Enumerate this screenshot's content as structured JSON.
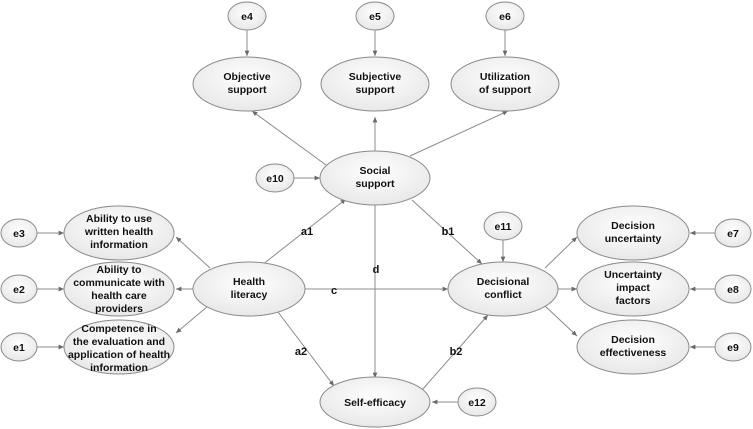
{
  "nodes": {
    "objective_support": [
      "Objective",
      "support"
    ],
    "subjective_support": [
      "Subjective",
      "support"
    ],
    "utilization_of_support": [
      "Utilization",
      "of support"
    ],
    "social_support": [
      "Social",
      "support"
    ],
    "ability_written": [
      "Ability to use",
      "written health",
      "information"
    ],
    "ability_communicate": [
      "Ability to",
      "communicate with",
      "health care",
      "providers"
    ],
    "competence": [
      "Competence in",
      "the evaluation and",
      "application of health",
      "information"
    ],
    "health_literacy": [
      "Health",
      "literacy"
    ],
    "decisional_conflict": [
      "Decisional",
      "conflict"
    ],
    "decision_uncertainty": [
      "Decision",
      "uncertainty"
    ],
    "uncertainty_impact": [
      "Uncertainty",
      "impact",
      "factors"
    ],
    "decision_effectiveness": [
      "Decision",
      "effectiveness"
    ],
    "self_efficacy": [
      "Self-efficacy"
    ]
  },
  "errors": [
    "e1",
    "e2",
    "e3",
    "e4",
    "e5",
    "e6",
    "e7",
    "e8",
    "e9",
    "e10",
    "e11",
    "e12"
  ],
  "paths": {
    "a1": "a1",
    "a2": "a2",
    "b1": "b1",
    "b2": "b2",
    "c": "c",
    "d": "d"
  }
}
